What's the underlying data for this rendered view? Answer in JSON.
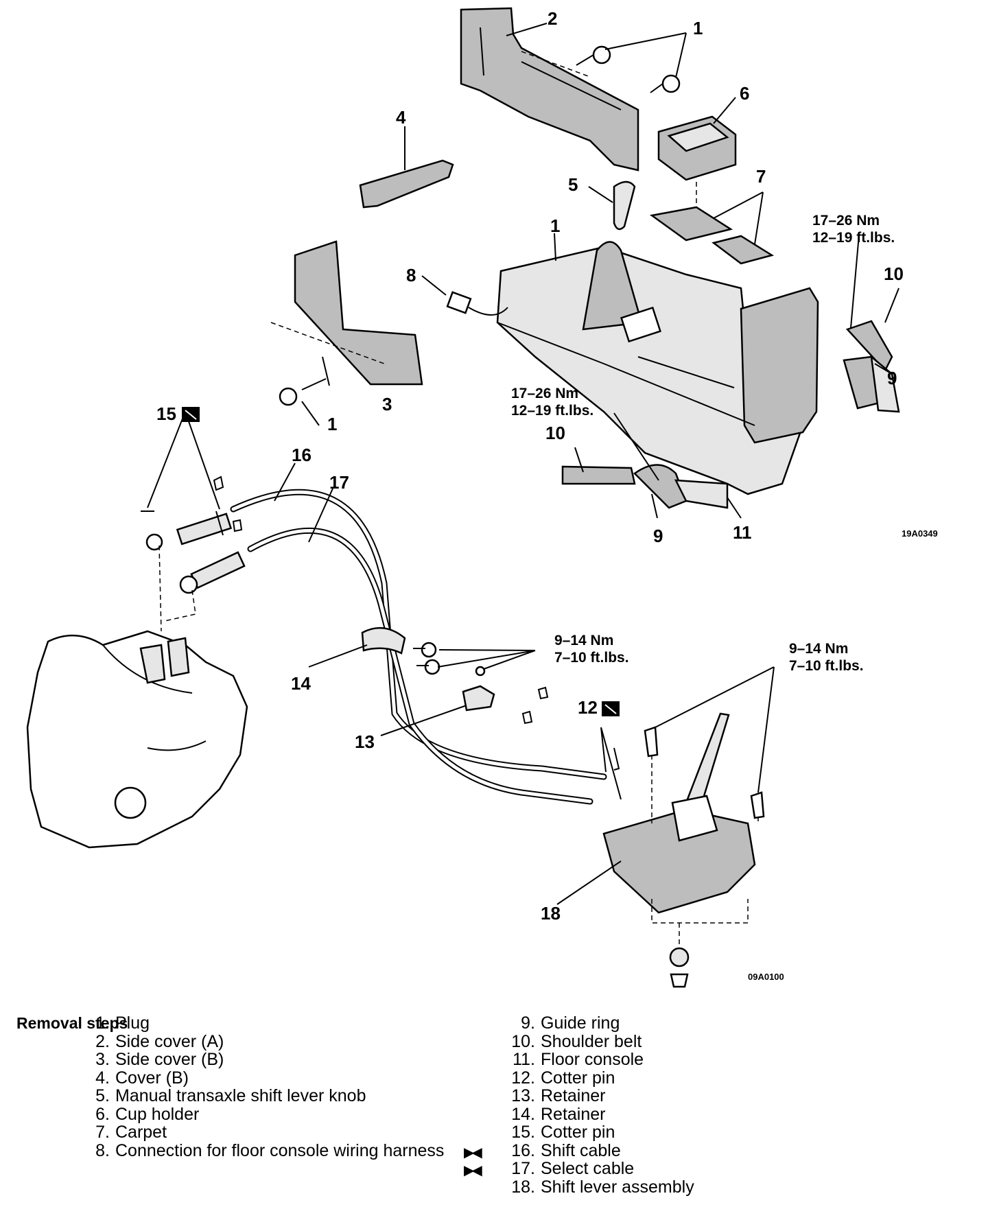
{
  "diagram": {
    "callouts": {
      "c1a": "1",
      "c1b": "1",
      "c1c": "1",
      "c2": "2",
      "c3": "3",
      "c4": "4",
      "c5": "5",
      "c6": "6",
      "c7": "7",
      "c8": "8",
      "c9a": "9",
      "c9b": "9",
      "c10a": "10",
      "c10b": "10",
      "c11": "11",
      "c12": "12",
      "c13": "13",
      "c14": "14",
      "c15": "15",
      "c16": "16",
      "c17": "17",
      "c18": "18"
    },
    "torque": {
      "upper_right_nm": "17–26 Nm",
      "upper_right_ftlbs": "12–19 ft.lbs.",
      "console_nm": "17–26 Nm",
      "console_ftlbs": "12–19 ft.lbs.",
      "bracket_nm": "9–14 Nm",
      "bracket_ftlbs": "7–10 ft.lbs.",
      "lever_nm": "9–14 Nm",
      "lever_ftlbs": "7–10 ft.lbs."
    },
    "figure_ids": {
      "upper": "19A0349",
      "lower": "09A0100"
    }
  },
  "legend": {
    "title": "Removal steps",
    "left_items": [
      {
        "num": "1.",
        "text": "Plug"
      },
      {
        "num": "2.",
        "text": "Side cover (A)"
      },
      {
        "num": "3.",
        "text": "Side cover (B)"
      },
      {
        "num": "4.",
        "text": "Cover (B)"
      },
      {
        "num": "5.",
        "text": "Manual transaxle shift lever knob"
      },
      {
        "num": "6.",
        "text": "Cup holder"
      },
      {
        "num": "7.",
        "text": "Carpet"
      },
      {
        "num": "8.",
        "text": "Connection for floor console wiring harness"
      }
    ],
    "right_items": [
      {
        "num": "9.",
        "text": "Guide ring"
      },
      {
        "num": "10.",
        "text": "Shoulder belt"
      },
      {
        "num": "11.",
        "text": "Floor console"
      },
      {
        "num": "12.",
        "text": "Cotter pin"
      },
      {
        "num": "13.",
        "text": "Retainer"
      },
      {
        "num": "14.",
        "text": "Retainer"
      },
      {
        "num": "15.",
        "text": "Cotter pin"
      },
      {
        "num": "16.",
        "text": "Shift cable"
      },
      {
        "num": "17.",
        "text": "Select cable"
      },
      {
        "num": "18.",
        "text": "Shift lever assembly"
      }
    ],
    "marker_glyph": "▶◀",
    "marked_items": [
      "16.",
      "17."
    ]
  }
}
